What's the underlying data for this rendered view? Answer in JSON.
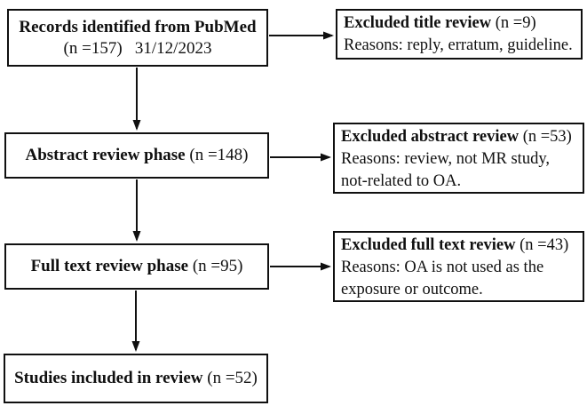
{
  "diagram": {
    "title": "PubMed records screening flow chart",
    "colors": {
      "line": "#101010",
      "box_background": "#ffffff",
      "page_background": "#ffffff"
    },
    "boxes": {
      "records": {
        "title": "Records identified from PubMed",
        "subtitle": "(n =157)   31/12/2023"
      },
      "excluded_title": {
        "title": "Excluded title review",
        "count": " (n =9)",
        "lines": [
          "Reasons: reply, erratum, guideline."
        ]
      },
      "abstract": {
        "title": "Abstract review phase",
        "count": " (n =148)"
      },
      "excluded_abstract": {
        "title": "Excluded abstract review",
        "count": " (n =53)",
        "lines": [
          "Reasons: review, not MR study,",
          "not-related to OA."
        ]
      },
      "fulltext": {
        "title": "Full text review phase",
        "count": " (n =95)"
      },
      "excluded_fulltext": {
        "title": "Excluded full text review",
        "count": " (n =43)",
        "lines": [
          "Reasons: OA is not used as the",
          "exposure or outcome."
        ]
      },
      "included": {
        "title": "Studies included in review",
        "count": " (n =52)"
      }
    }
  }
}
